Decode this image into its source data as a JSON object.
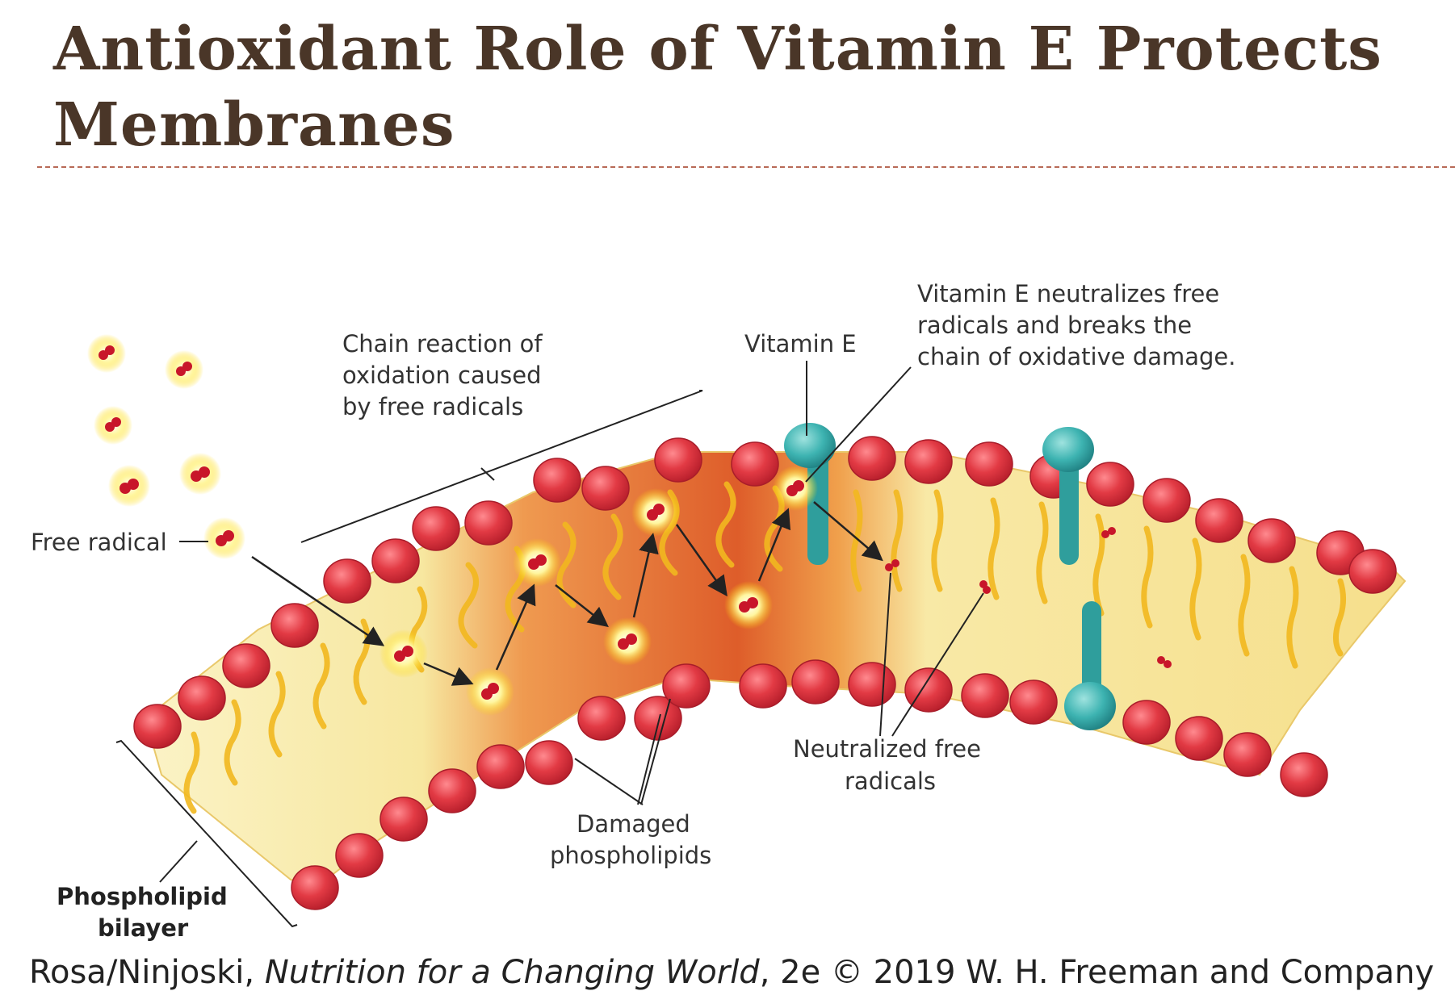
{
  "title": "Antioxidant Role of Vitamin E Protects Membranes",
  "labels": {
    "chain_reaction": [
      "Chain reaction of",
      "oxidation caused",
      "by free radicals"
    ],
    "vitamin_e": "Vitamin E",
    "vitamin_e_neutralizes": [
      "Vitamin E neutralizes free",
      "radicals and breaks the",
      "chain of oxidative damage."
    ],
    "free_radical": "Free radical",
    "neutralized": [
      "Neutralized free",
      "radicals"
    ],
    "damaged": [
      "Damaged",
      "phospholipids"
    ],
    "bilayer": [
      "Phospholipid",
      "bilayer"
    ]
  },
  "credit": {
    "authors": "Rosa/Ninjoski, ",
    "book": "Nutrition for a Changing World",
    "rest": ", 2e © 2019 W. H. Freeman and Company"
  },
  "colors": {
    "title": "#4a3628",
    "rule": "#b86a57",
    "head": "#e23a44",
    "tail": "#f2c12e",
    "membrane": "#f6e9a2",
    "damage": "#e0682e",
    "vitamin_e": "#3db3b1"
  }
}
